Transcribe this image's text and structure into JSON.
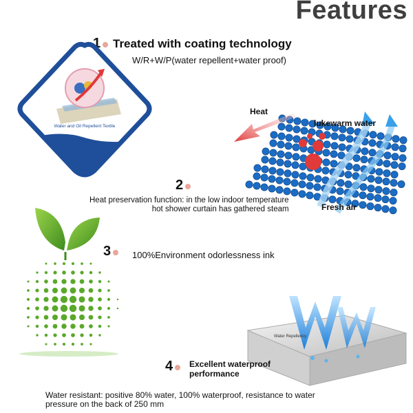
{
  "page_title": "Features",
  "features": [
    {
      "number": "1",
      "title": "Treated with coating technology",
      "subtitle": "W/R+W/P(water repellent+water proof)",
      "badge_caption": "Water  and Oil Repellent  Textile"
    },
    {
      "number": "2",
      "line1": "Heat preservation function: in the low indoor temperature",
      "line2": "hot shower curtain has gathered steam",
      "labels": {
        "heat": "Heat",
        "lukewarm": "lukewarm water",
        "fresh": "Fresh air"
      }
    },
    {
      "number": "3",
      "title": "100%Environment odorlessness ink"
    },
    {
      "number": "4",
      "line1": "Excellent waterproof",
      "line2": "performance",
      "fabric_label": "Water Repellency"
    }
  ],
  "bottom_text": {
    "line1": "Water resistant: positive 80% water, 100% waterproof, resistance to water",
    "line2": "pressure on the back of 250 mm"
  },
  "colors": {
    "title": "#3f3f3f",
    "badge_blue": "#1f4f9a",
    "bead_blue": "#1b6cc4",
    "heat_red": "#e03a3a",
    "leaf_green": "#5aa82a",
    "water_blue": "#3aa0ea",
    "number_dot": "#e8a79a"
  },
  "icons": [
    "badge-icon",
    "heat-diagram-icon",
    "eco-sphere-icon",
    "waterproof-fabric-icon"
  ]
}
